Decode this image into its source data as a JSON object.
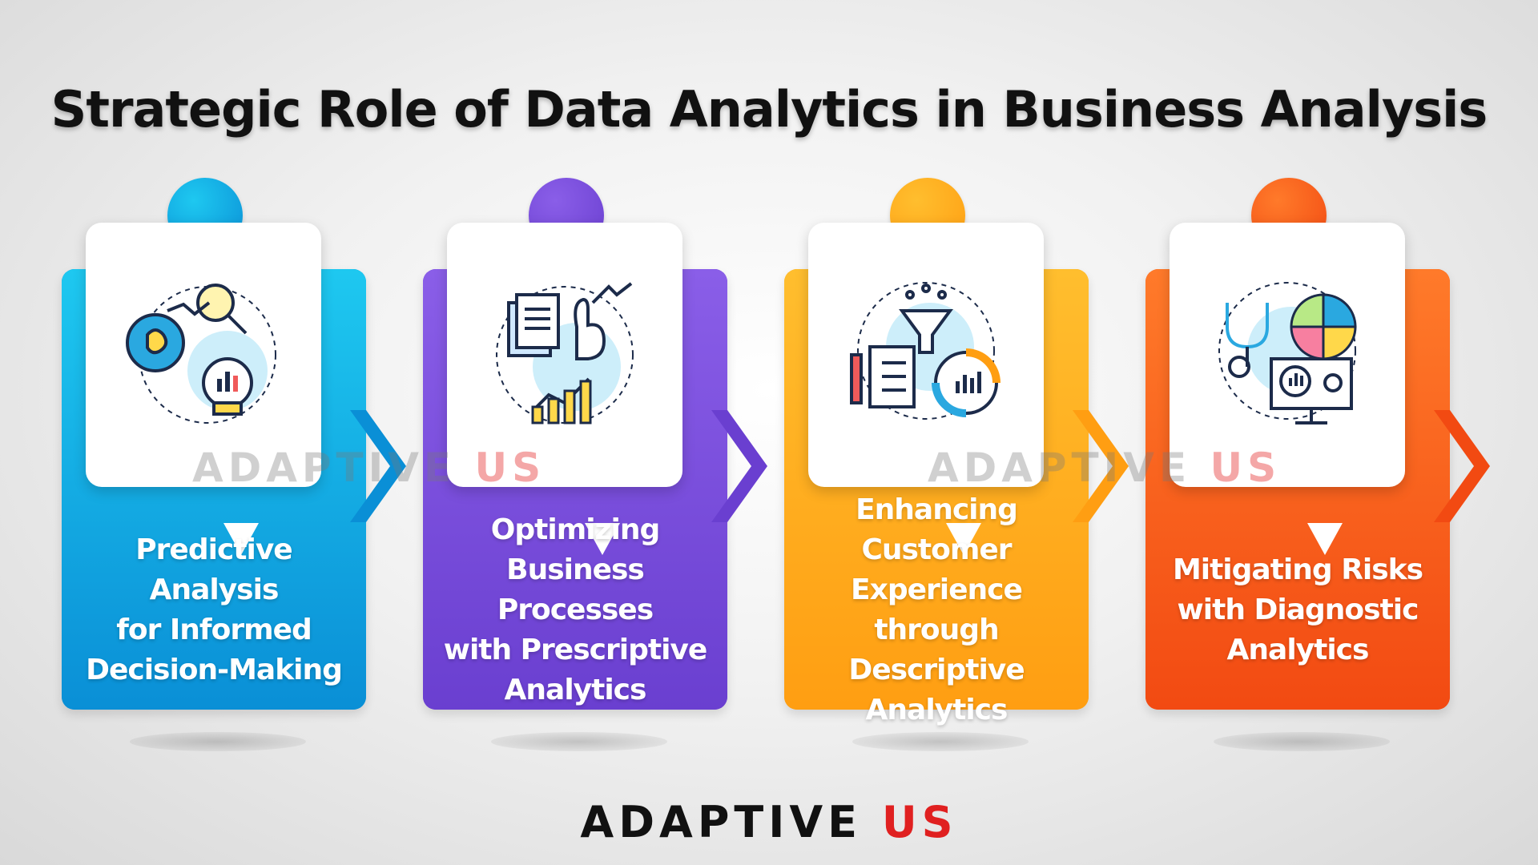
{
  "title": "Strategic Role of Data Analytics in Business Analysis",
  "steps": [
    {
      "label": "Predictive Analysis\nfor Informed\nDecision-Making",
      "color_light": "#1ec8f0",
      "color_dark": "#0a8fd6",
      "icon": "brain-gear-magnifier-icon"
    },
    {
      "label": "Optimizing\nBusiness Processes\nwith Prescriptive\nAnalytics",
      "color_light": "#8a5ee8",
      "color_dark": "#6a3fd0",
      "icon": "documents-growth-chart-icon"
    },
    {
      "label": "Enhancing Customer\nExperience through\nDescriptive\nAnalytics",
      "color_light": "#ffbe2e",
      "color_dark": "#ff9e12",
      "icon": "funnel-clipboard-chart-icon"
    },
    {
      "label": "Mitigating Risks\nwith Diagnostic\nAnalytics",
      "color_light": "#ff7a2a",
      "color_dark": "#f24a12",
      "icon": "stethoscope-pie-monitor-icon"
    }
  ],
  "watermark": {
    "word1": "ADAPTIVE",
    "word2": "US"
  },
  "logo": {
    "word1": "ADAPTIVE",
    "word2": "US"
  }
}
